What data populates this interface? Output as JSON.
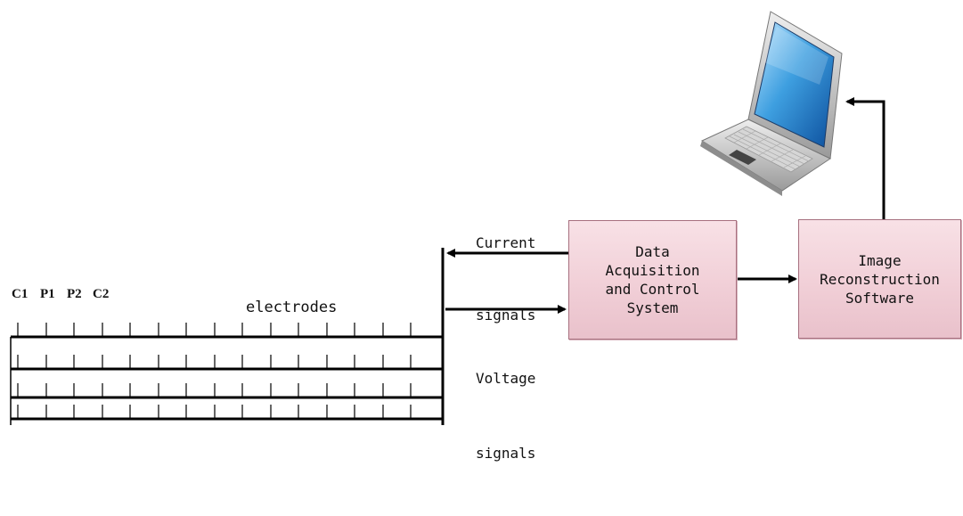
{
  "electrode_labels": [
    "C1",
    "P1",
    "P2",
    "C2"
  ],
  "electrodes_label": "electrodes",
  "current_signals": [
    "Current",
    "signals"
  ],
  "voltage_signals": [
    "Voltage",
    "signals"
  ],
  "daq_box": [
    "Data",
    "Acquisition",
    "and Control",
    "System"
  ],
  "reconstruction_box": [
    "Image",
    "Reconstruction",
    "Software"
  ],
  "laptop_icon": "laptop-icon",
  "box_fill_color": "#f1cfd7",
  "line_color": "#000000"
}
